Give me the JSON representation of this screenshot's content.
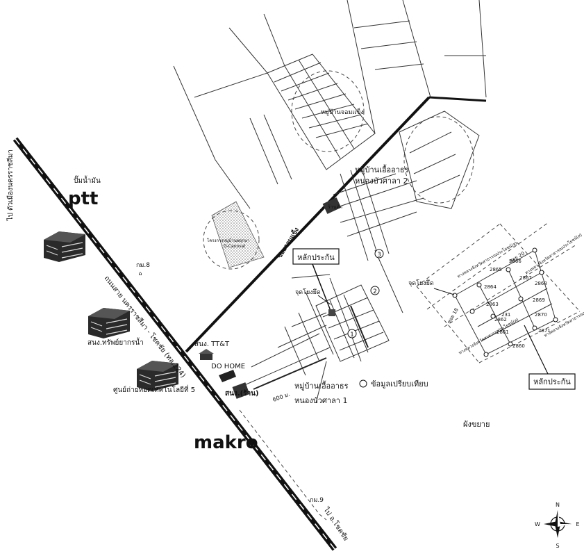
{
  "labels": {
    "to_city": "ไป ตัวเมืองนครราชสีมา",
    "gas_station": "ปั๊มน้ำมัน",
    "ptt": "ptt",
    "km8": "กม.8",
    "highway": "ถนนสาย นครราชสีมา - โชคชัย (ทล.224)",
    "office_building": "สนง.ทรัพย์ยากรน้ำ",
    "training_center": "ศูนย์ถ่ายทอดเทคโนโลยีที่ 5",
    "village_top": "หมู่บ้านจอมแข็ง",
    "project": "โครงการหมู่บ้านพฤกษา",
    "project_sub": "D-Canoval",
    "soi": "ซอยจอมแข็ง",
    "village2_l1": "หมู่บ้านเอื้ออาธร",
    "village2_l2": "หนองบัวศาลา 2",
    "small_box": "ร้านค้า",
    "collateral": "หลักประกัน",
    "coord_point": "จุดโยงยึด",
    "tt_office": "สนง. TT&T",
    "do_home": "DO HOME",
    "shop": "สนง.(ร้าน)",
    "distance": "600 ม.",
    "village1_l1": "หมู่บ้านเอื้ออาธร",
    "village1_l2": "หนองบัวศาลา 1",
    "compare_legend": "ข้อมูลเปรียบเทียบ",
    "makro": "makro",
    "km9": "กม.9",
    "to_chokchai": "ไป อ.โชคชัย",
    "plan_title": "ผังขยาย",
    "plan_coord_point": "จุดโยงยึด",
    "plan_collateral": "หลักประกัน",
    "plan_soi20": "ซอย 20",
    "plan_soi18": "ซอย 18",
    "plan_road1": "ทางหลวงจังหวัดสาธารณประโยชน์(ส)",
    "plan_road2": "ทางหลวงจังหวัดสาธารณประโยชน์(ส)",
    "plan_road3": "ทางหลวงจังหวัดสาธารณประโยชน์(ส)",
    "plan_road4": "ทางหลวงจังหวัดสาธารณประโยชน์(ส)",
    "markers": [
      "1",
      "2",
      "3"
    ]
  },
  "plan_lots": [
    "2865",
    "2866",
    "2867",
    "2864",
    "2868",
    "2863",
    "2869",
    "2862",
    "2870",
    "2861",
    "2871",
    "2860",
    "231"
  ],
  "compass": {
    "n": "N",
    "s": "S",
    "e": "E",
    "w": "W"
  }
}
